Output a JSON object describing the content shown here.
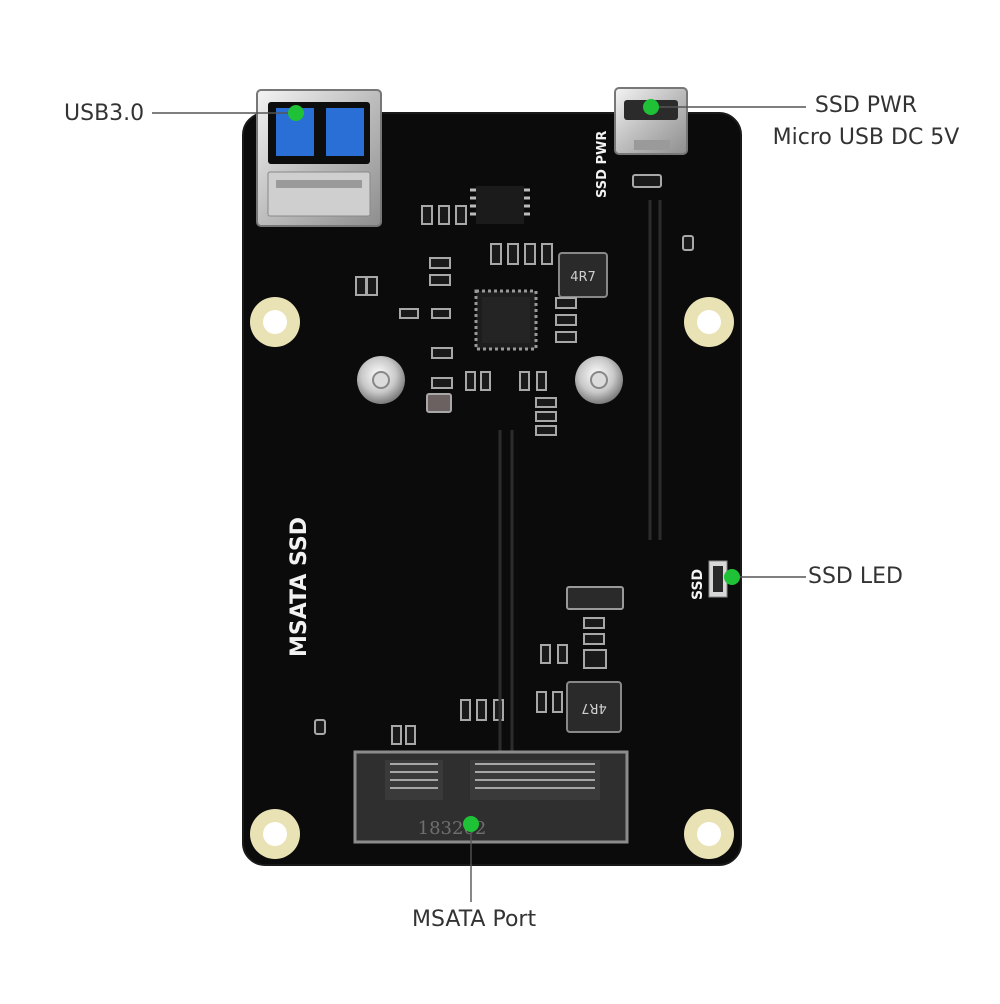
{
  "callouts": {
    "usb": {
      "label": "USB3.0"
    },
    "ssd_pwr": {
      "line1": "SSD PWR",
      "line2": "Micro USB DC 5V"
    },
    "ssd_led": {
      "label": "SSD LED"
    },
    "msata_port": {
      "label": "MSATA Port"
    }
  },
  "board_silkscreen": {
    "title": "MSATA SSD",
    "ssd_pwr": "SSD PWR",
    "ssd": "SSD",
    "inductor_top": "4R7",
    "inductor_bottom": "4R7",
    "connector_code": "183202"
  },
  "colors": {
    "board": "#0b0b0b",
    "marker": "#1fc236",
    "pad": "#e9e2b4",
    "callout_line": "#555555"
  }
}
